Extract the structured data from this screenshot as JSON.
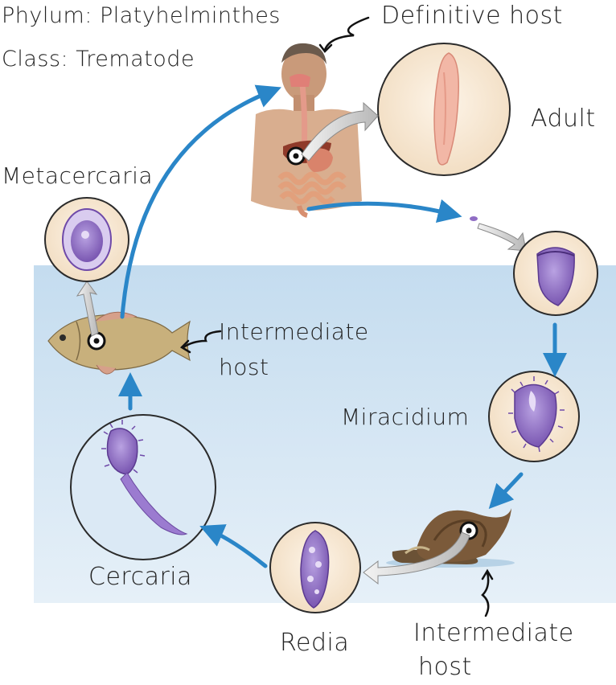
{
  "header": {
    "phylum": "Phylum: Platyhelminthes",
    "class": "Class: Trematode"
  },
  "labels": {
    "definitive_host": "Definitive host",
    "adult": "Adult",
    "metacercaria": "Metacercaria",
    "intermediate_host_fish_line1": "Intermediate",
    "intermediate_host_fish_line2": "host",
    "miracidium": "Miracidium",
    "cercaria": "Cercaria",
    "redia": "Redia",
    "intermediate_host_snail_line1": "Intermediate",
    "intermediate_host_snail_line2": "host"
  },
  "colors": {
    "arrow": "#2a86c8",
    "water": "#cfe3f2",
    "stage_circle_fill": "#f6e6cf",
    "parasite": "#8f6cc4",
    "adult_worm": "#f2b7a6"
  }
}
